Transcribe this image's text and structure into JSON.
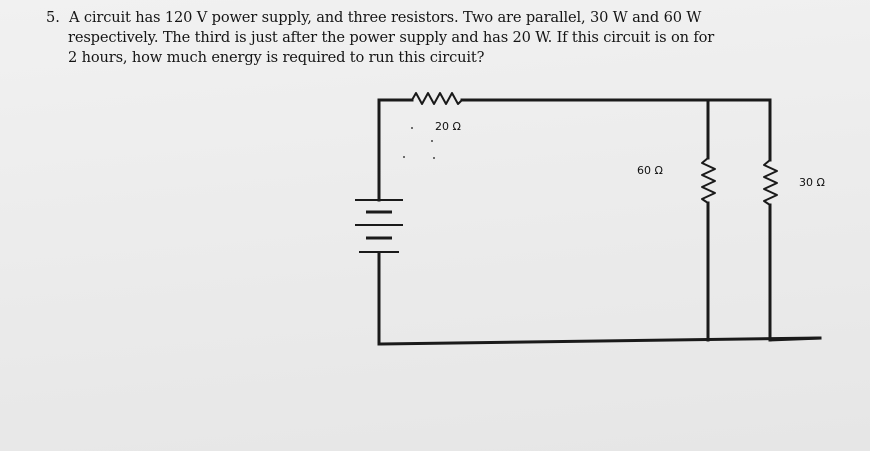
{
  "question": {
    "number": "5.",
    "lines": [
      "A circuit has 120 V power supply, and three resistors. Two are parallel, 30 W and 60 W",
      "respectively. The third is just after the power supply and has 20 W. If this circuit is on for",
      "2 hours, how much energy is required to run this circuit?"
    ]
  },
  "circuit": {
    "resistors": [
      {
        "label": "20 Ω"
      },
      {
        "label": "60 Ω"
      },
      {
        "label": "30 Ω"
      }
    ]
  }
}
